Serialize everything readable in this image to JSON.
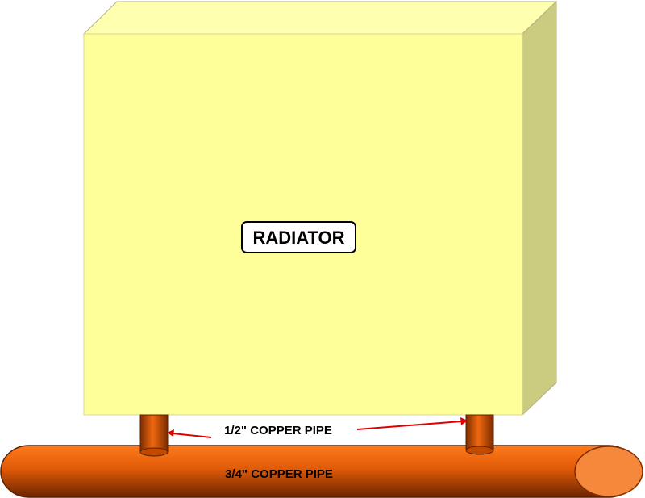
{
  "diagram": {
    "radiator_label": "RADIATOR",
    "small_pipe_label": "1/2\" COPPER PIPE",
    "large_pipe_label": "3/4\" COPPER PIPE"
  },
  "colors": {
    "radiator_front": "#ffff99",
    "radiator_top": "#ffffb0",
    "radiator_side": "#cccc80",
    "pipe_orange": "#e8620c",
    "pipe_dark": "#7a2c00",
    "pipe_end": "#f5883a",
    "arrow_red": "#e00000"
  }
}
